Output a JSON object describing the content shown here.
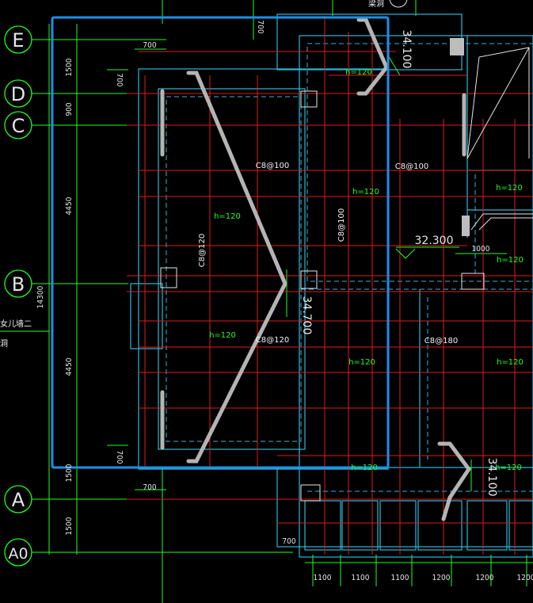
{
  "grid_axes": [
    "E",
    "D",
    "C",
    "B",
    "A",
    "A0"
  ],
  "vertical_dims": [
    "1500",
    "900",
    "4450",
    "4450",
    "1500",
    "1500"
  ],
  "total_dim": "14300",
  "bottom_dims": [
    "1100",
    "1100",
    "1100",
    "1200",
    "1200",
    "1200"
  ],
  "horizontal_700": [
    "700",
    "700",
    "700"
  ],
  "vertical_700": [
    "700",
    "700",
    "700"
  ],
  "slab_thickness": "h=120",
  "rebar_labels": [
    "C8@100",
    "C8@100",
    "C8@100",
    "C8@120",
    "C8@120",
    "C8@180"
  ],
  "elevations": [
    "34.100",
    "34.700",
    "34.100"
  ],
  "elevation_main": "32.300",
  "dim_1000": "1000",
  "left_notes": [
    "女儿墙二",
    "洞"
  ],
  "top_partial": "梁洞"
}
